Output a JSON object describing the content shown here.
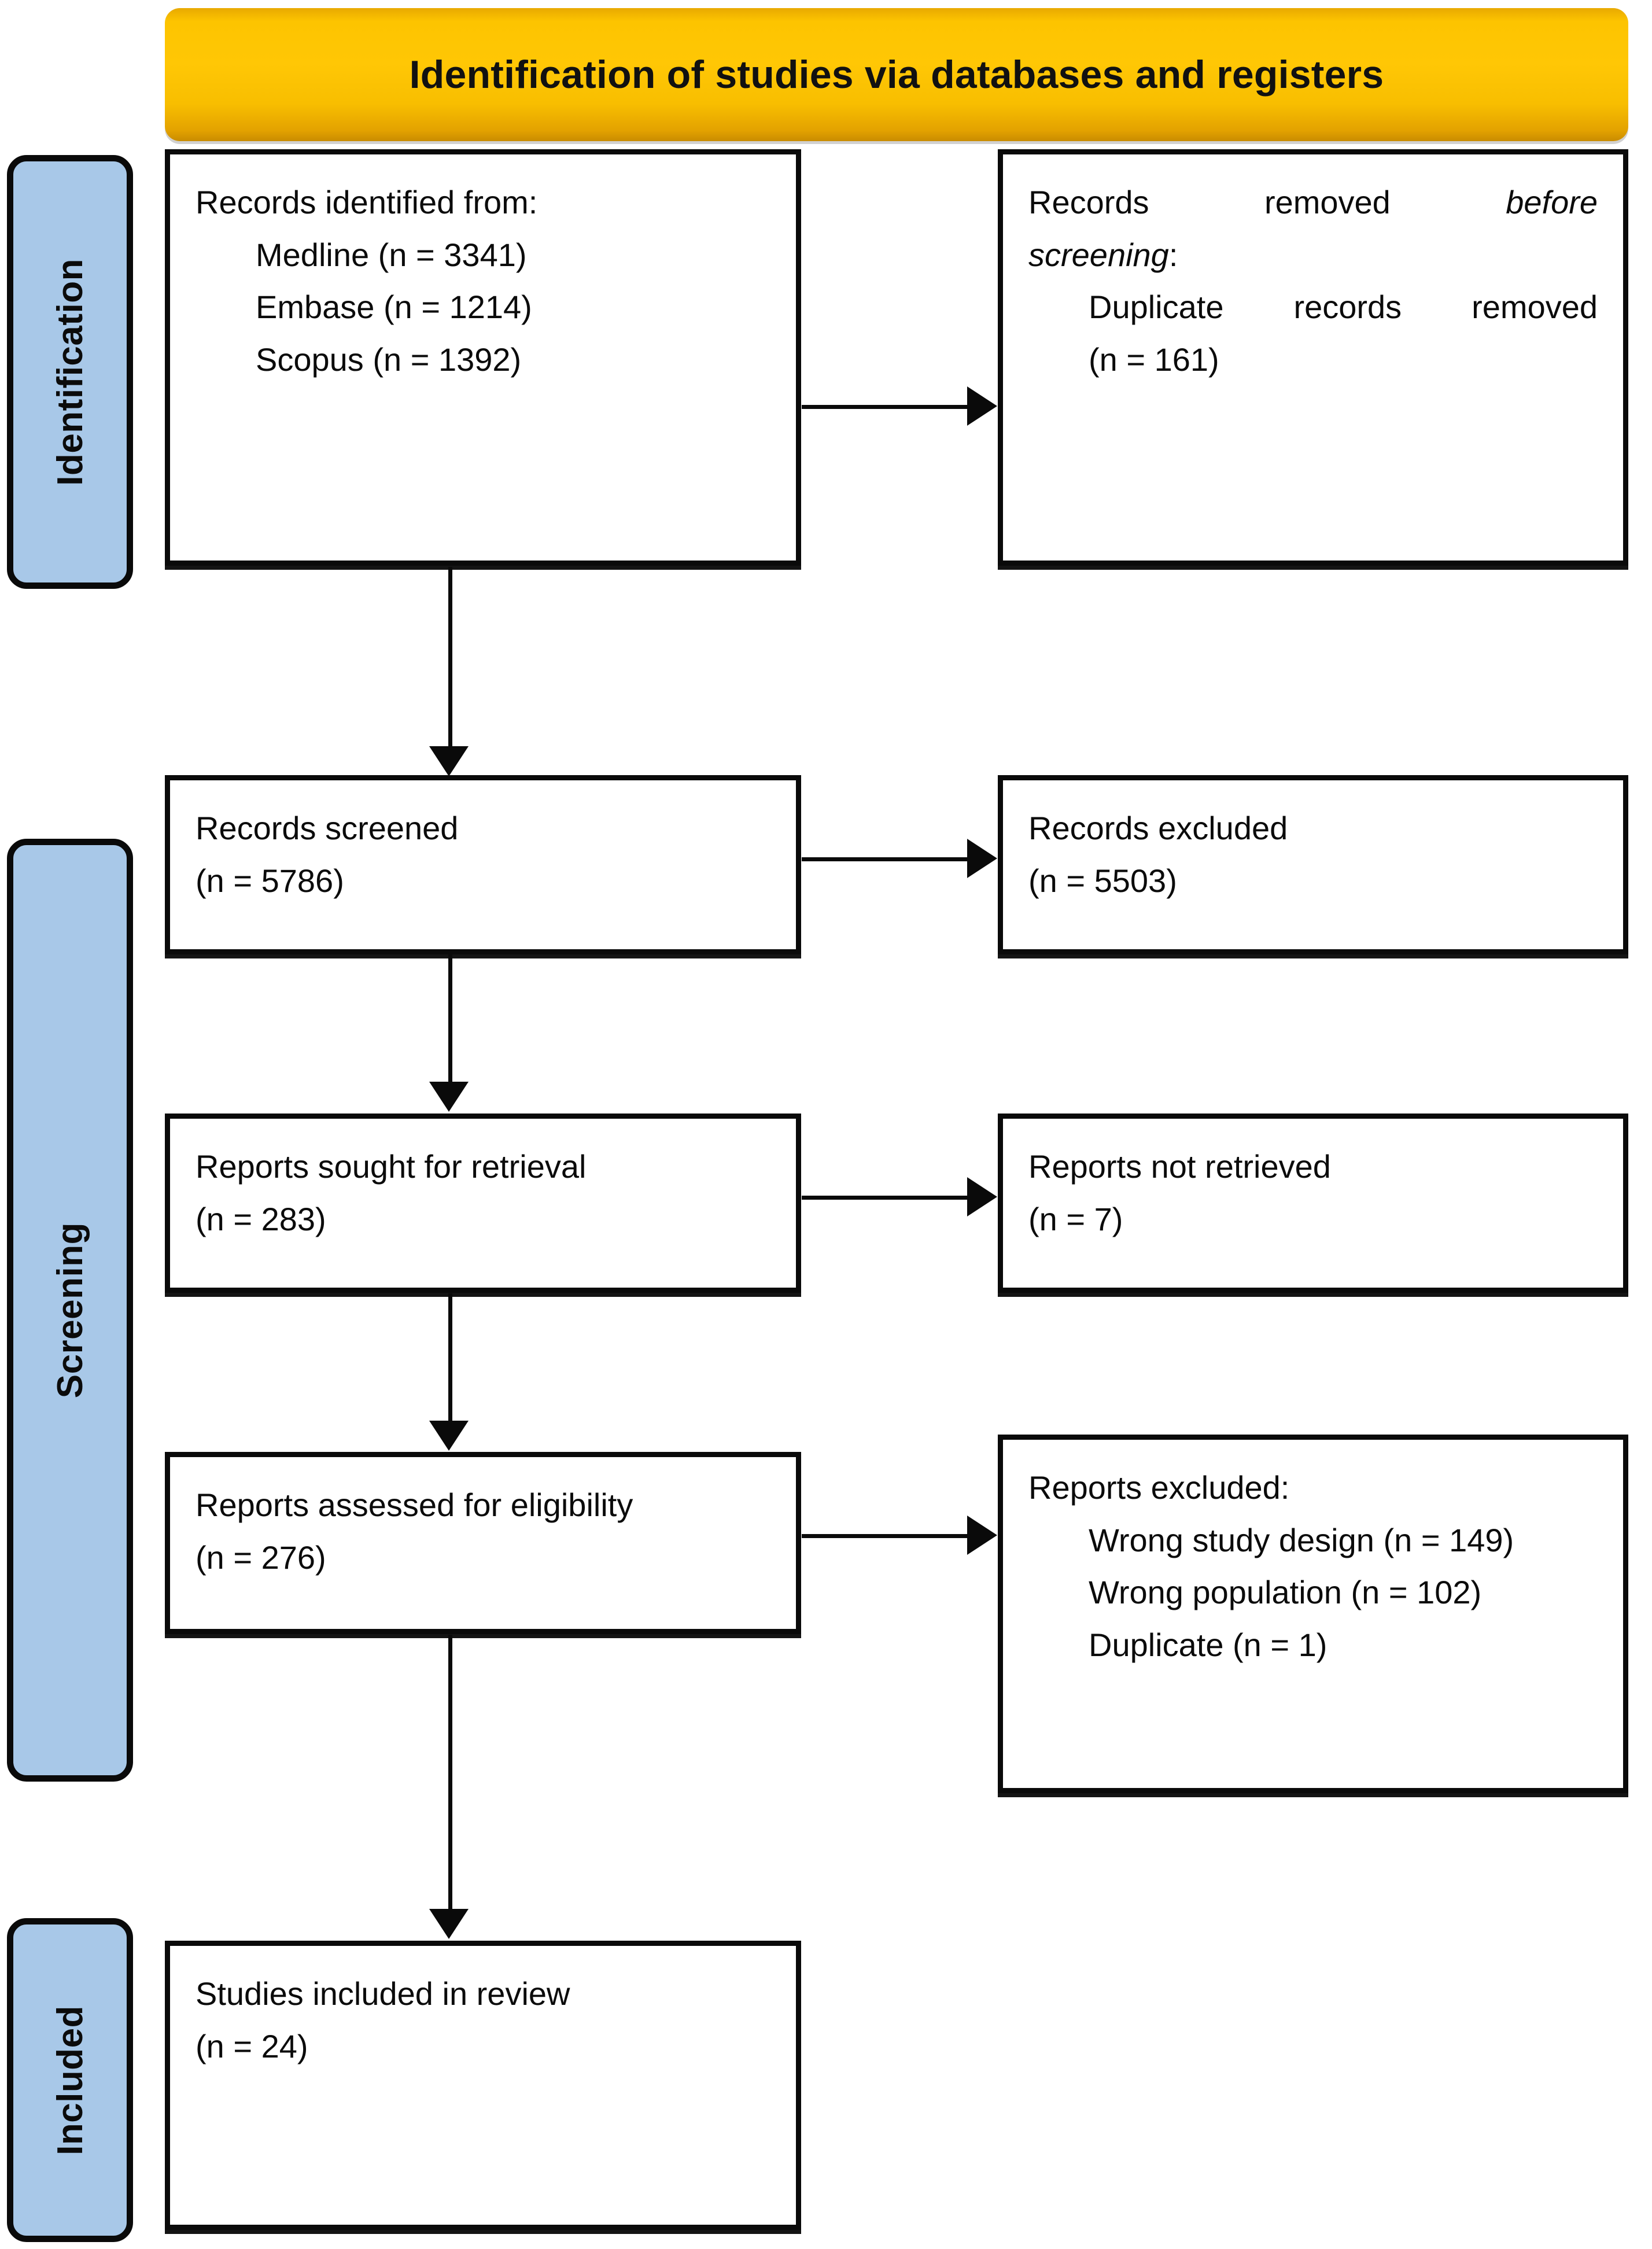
{
  "diagram": {
    "title": "Identification of studies via databases and registers",
    "type": "PRISMA flow diagram"
  },
  "stages": {
    "identification": "Identification",
    "screening": "Screening",
    "included": "Included"
  },
  "boxes": {
    "identified": {
      "heading": "Records identified from:",
      "sources": [
        "Medline (n = 3341)",
        "Embase (n = 1214)",
        "Scopus (n = 1392)"
      ]
    },
    "removed_before_screening": {
      "line1_a": "Records",
      "line1_b": "removed",
      "line1_c": "before",
      "line2": "screening",
      "line2_colon": ":",
      "item_a": "Duplicate",
      "item_b": "records",
      "item_c": "removed",
      "item_count": "(n = 161)"
    },
    "screened": {
      "heading": "Records screened",
      "count": "(n = 5786)"
    },
    "records_excluded": {
      "heading": "Records excluded",
      "count": "(n = 5503)"
    },
    "sought_for_retrieval": {
      "heading": "Reports sought for retrieval",
      "count": "(n = 283)"
    },
    "not_retrieved": {
      "heading": "Reports not retrieved",
      "count": "(n = 7)"
    },
    "assessed_for_eligibility": {
      "heading": "Reports assessed for eligibility",
      "count": "(n = 276)"
    },
    "reports_excluded": {
      "heading": "Reports excluded:",
      "reasons": [
        "Wrong study design (n = 149)",
        "Wrong population (n = 102)",
        "Duplicate (n = 1)"
      ]
    },
    "studies_included": {
      "heading": "Studies included in review",
      "count": "(n = 24)"
    }
  },
  "colors": {
    "banner": "#FFC705",
    "sidebar": "#A8C8E8",
    "stroke": "#0A0A0A",
    "box_fill": "#FFFFFF"
  },
  "chart_data": {
    "type": "diagram",
    "title": "Identification of studies via databases and registers",
    "nodes": [
      {
        "id": "identified",
        "stage": "Identification",
        "label": "Records identified from:",
        "values": [
          {
            "name": "Medline",
            "n": 3341
          },
          {
            "name": "Embase",
            "n": 1214
          },
          {
            "name": "Scopus",
            "n": 1392
          }
        ]
      },
      {
        "id": "removed_before_screening",
        "stage": "Identification",
        "label": "Records removed before screening:",
        "values": [
          {
            "name": "Duplicate records removed",
            "n": 161
          }
        ]
      },
      {
        "id": "screened",
        "stage": "Screening",
        "label": "Records screened",
        "n": 5786
      },
      {
        "id": "records_excluded",
        "stage": "Screening",
        "label": "Records excluded",
        "n": 5503
      },
      {
        "id": "sought_for_retrieval",
        "stage": "Screening",
        "label": "Reports sought for retrieval",
        "n": 283
      },
      {
        "id": "not_retrieved",
        "stage": "Screening",
        "label": "Reports not retrieved",
        "n": 7
      },
      {
        "id": "assessed_for_eligibility",
        "stage": "Screening",
        "label": "Reports assessed for eligibility",
        "n": 276
      },
      {
        "id": "reports_excluded",
        "stage": "Screening",
        "label": "Reports excluded:",
        "values": [
          {
            "name": "Wrong study design",
            "n": 149
          },
          {
            "name": "Wrong population",
            "n": 102
          },
          {
            "name": "Duplicate",
            "n": 1
          }
        ]
      },
      {
        "id": "studies_included",
        "stage": "Included",
        "label": "Studies included in review",
        "n": 24
      }
    ],
    "edges": [
      {
        "from": "identified",
        "to": "removed_before_screening",
        "direction": "right"
      },
      {
        "from": "identified",
        "to": "screened",
        "direction": "down"
      },
      {
        "from": "screened",
        "to": "records_excluded",
        "direction": "right"
      },
      {
        "from": "screened",
        "to": "sought_for_retrieval",
        "direction": "down"
      },
      {
        "from": "sought_for_retrieval",
        "to": "not_retrieved",
        "direction": "right"
      },
      {
        "from": "sought_for_retrieval",
        "to": "assessed_for_eligibility",
        "direction": "down"
      },
      {
        "from": "assessed_for_eligibility",
        "to": "reports_excluded",
        "direction": "right"
      },
      {
        "from": "assessed_for_eligibility",
        "to": "studies_included",
        "direction": "down"
      }
    ]
  }
}
